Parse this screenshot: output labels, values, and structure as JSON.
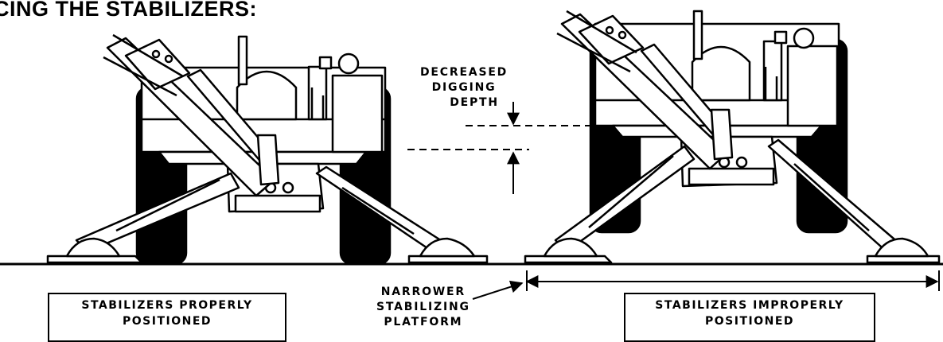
{
  "title": "CING THE STABILIZERS:",
  "labels": {
    "depth_line1": "DECREASED",
    "depth_line2": "DIGGING",
    "depth_line3": "DEPTH",
    "narrow_line1": "NARROWER",
    "narrow_line2": "STABILIZING",
    "narrow_line3": "PLATFORM"
  },
  "captions": {
    "left_line1": "STABILIZERS PROPERLY",
    "left_line2": "POSITIONED",
    "right_line1": "STABILIZERS IMPROPERLY",
    "right_line2": "POSITIONED"
  }
}
